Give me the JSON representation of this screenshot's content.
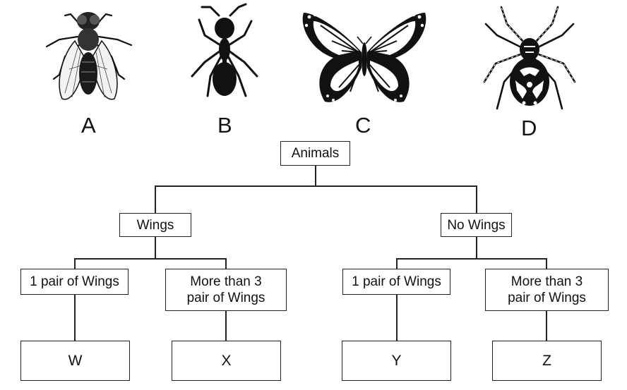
{
  "animals": [
    {
      "letter": "A",
      "icon": "fly-icon"
    },
    {
      "letter": "B",
      "icon": "ant-icon"
    },
    {
      "letter": "C",
      "icon": "butterfly-icon"
    },
    {
      "letter": "D",
      "icon": "spider-icon"
    }
  ],
  "tree": {
    "root": "Animals",
    "left": {
      "label": "Wings",
      "children": [
        {
          "label": "1 pair of Wings",
          "leaf": "W"
        },
        {
          "label": "More than 3\npair of Wings",
          "leaf": "X"
        }
      ]
    },
    "right": {
      "label": "No Wings",
      "children": [
        {
          "label": "1 pair of Wings",
          "leaf": "Y"
        },
        {
          "label": "More than 3\npair of Wings",
          "leaf": "Z"
        }
      ]
    }
  }
}
